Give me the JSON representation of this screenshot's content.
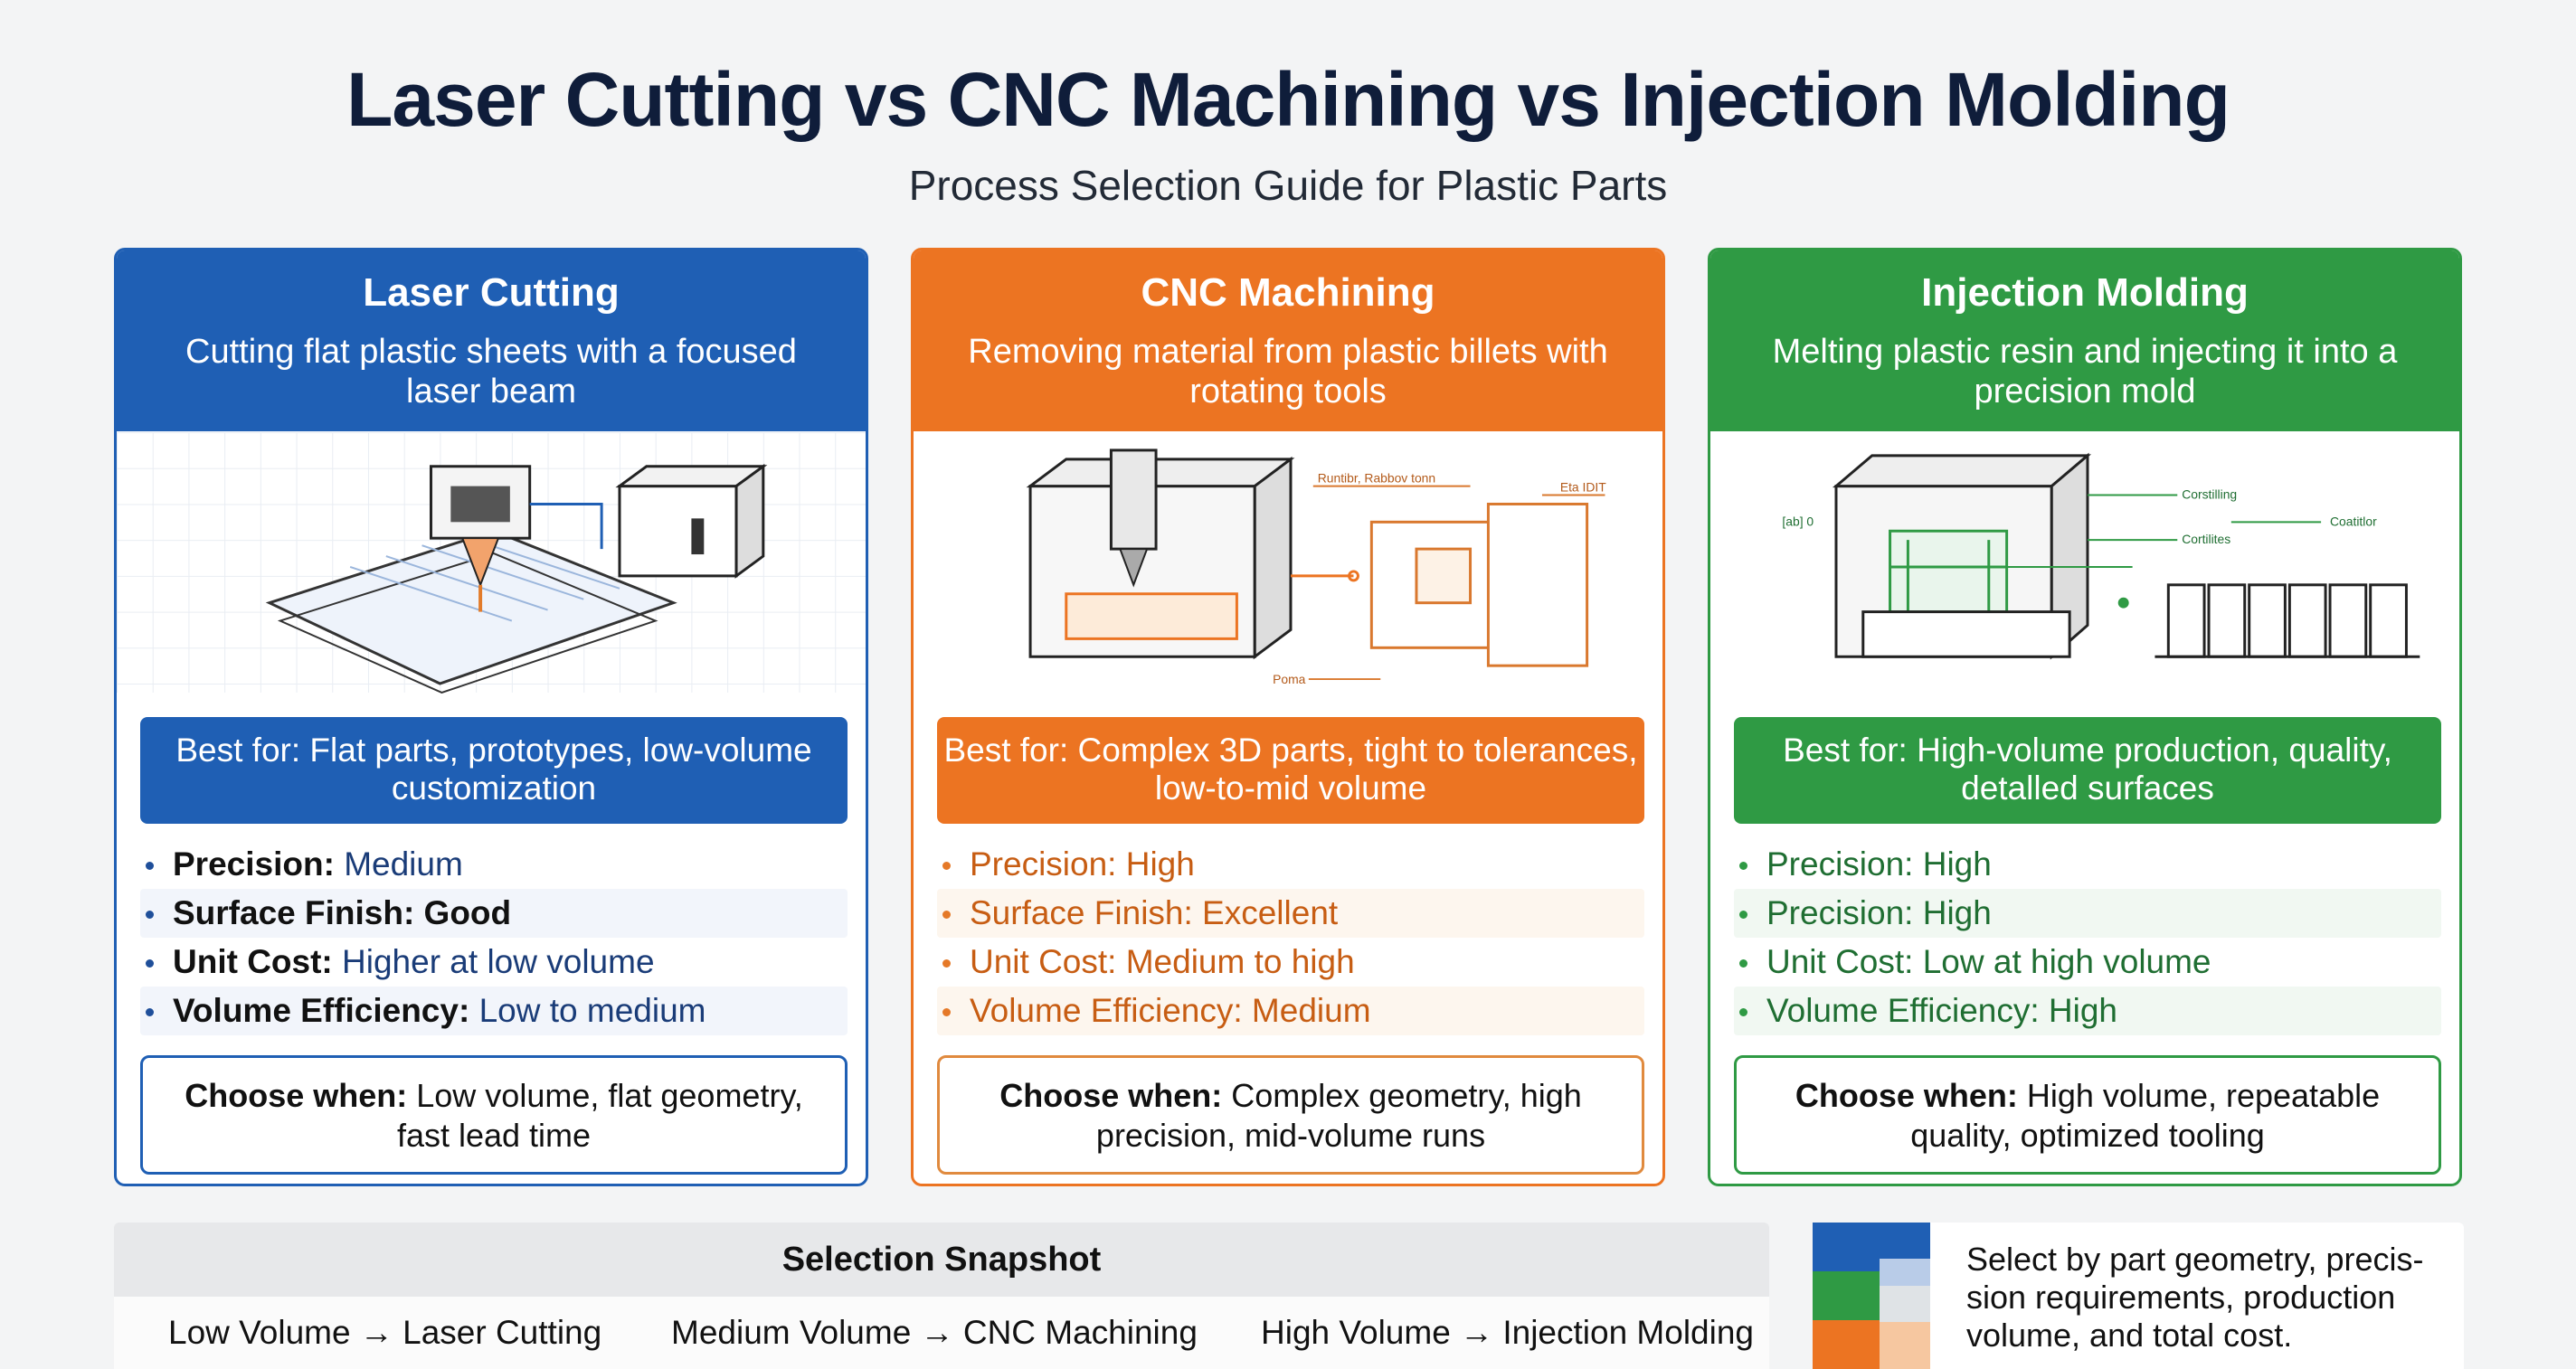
{
  "title": "Laser Cutting vs CNC Machining vs Injection Molding",
  "subtitle": "Process Selection Guide for Plastic Parts",
  "colors": {
    "laser": "#1f5fb4",
    "cnc": "#ec7422",
    "injection": "#2f9a44"
  },
  "cards": [
    {
      "title": "Laser Cutting",
      "desc": "Cutting flat plastic sheets with a focused laser beam",
      "best_for": "Best for: Flat parts, prototypes, low-volume customization",
      "props": [
        {
          "label": "Precision:",
          "value": "Medium"
        },
        {
          "label": "Surface Finish: Good",
          "value": ""
        },
        {
          "label": "Unit Cost:",
          "value": "Higher at low volume"
        },
        {
          "label": "Volume Efficiency:",
          "value": "Low to medium"
        }
      ],
      "choose_label": "Choose when:",
      "choose_text": "Low volume, flat geometry, fast lead time"
    },
    {
      "title": "CNC Machining",
      "desc": "Removing material from plastic billets with rotating tools",
      "best_for": "Best for: Complex 3D parts, tight to tolerances, low-to-mid volume",
      "illus_labels": [
        "Runtibr, Rabbov tonn",
        "Eta IDIT",
        "Poma"
      ],
      "props": [
        {
          "label": "Precision: High",
          "value": ""
        },
        {
          "label": "Surface Finish: Excellent",
          "value": ""
        },
        {
          "label": "Unit Cost: Medium to high",
          "value": ""
        },
        {
          "label": "Volume Efficiency: Medium",
          "value": ""
        }
      ],
      "choose_label": "Choose when:",
      "choose_text": "Complex geometry, high precision, mid-volume runs"
    },
    {
      "title": "Injection Molding",
      "desc": "Melting plastic resin and injecting it into a precision mold",
      "best_for": "Best for: High-volume production, quality, detalled surfaces",
      "illus_labels": [
        "Corstilling",
        "Coatitlor",
        "Cortilites",
        "[ab] 0"
      ],
      "props": [
        {
          "label": "Precision: High",
          "value": ""
        },
        {
          "label": "Precision: High",
          "value": ""
        },
        {
          "label": "Unit Cost: Low at high volume",
          "value": ""
        },
        {
          "label": "Volume Efficiency: High",
          "value": ""
        }
      ],
      "choose_label": "Choose when:",
      "choose_text": "High volume, repeatable quality, optimized tooling"
    }
  ],
  "snapshot": {
    "title": "Selection Snapshot",
    "items": [
      "Low Volume → Laser Cutting",
      "Medium Volume → CNC Machining",
      "High Volume → Injection Molding"
    ]
  },
  "legend_note": "Select by part geometry, precis-sion requirements, production volume, and total cost."
}
